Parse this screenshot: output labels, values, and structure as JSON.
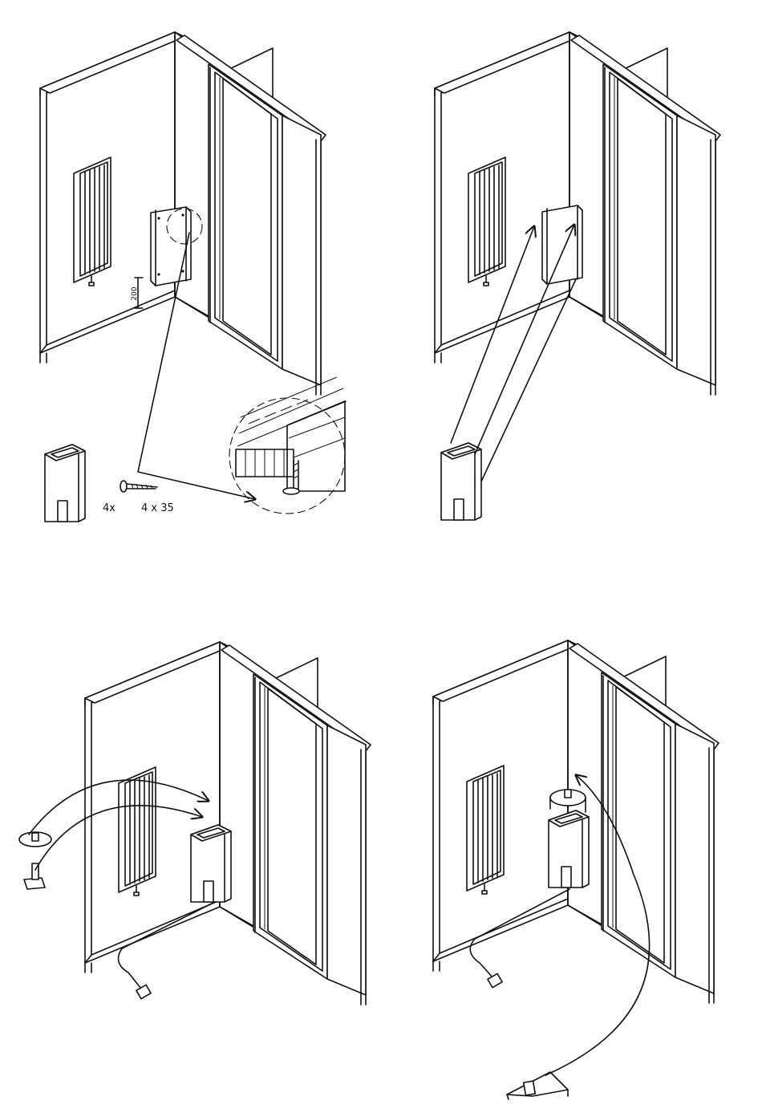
{
  "labels": {
    "dimension_200": "200",
    "screw_count": "4x",
    "screw_size": "4 x 35"
  },
  "steps": [
    {
      "id": "step-1",
      "description_visible": false
    },
    {
      "id": "step-2",
      "description_visible": false
    },
    {
      "id": "step-3",
      "description_visible": false
    },
    {
      "id": "step-4",
      "description_visible": false
    }
  ],
  "colors": {
    "line": "#111111",
    "background": "#ffffff"
  }
}
